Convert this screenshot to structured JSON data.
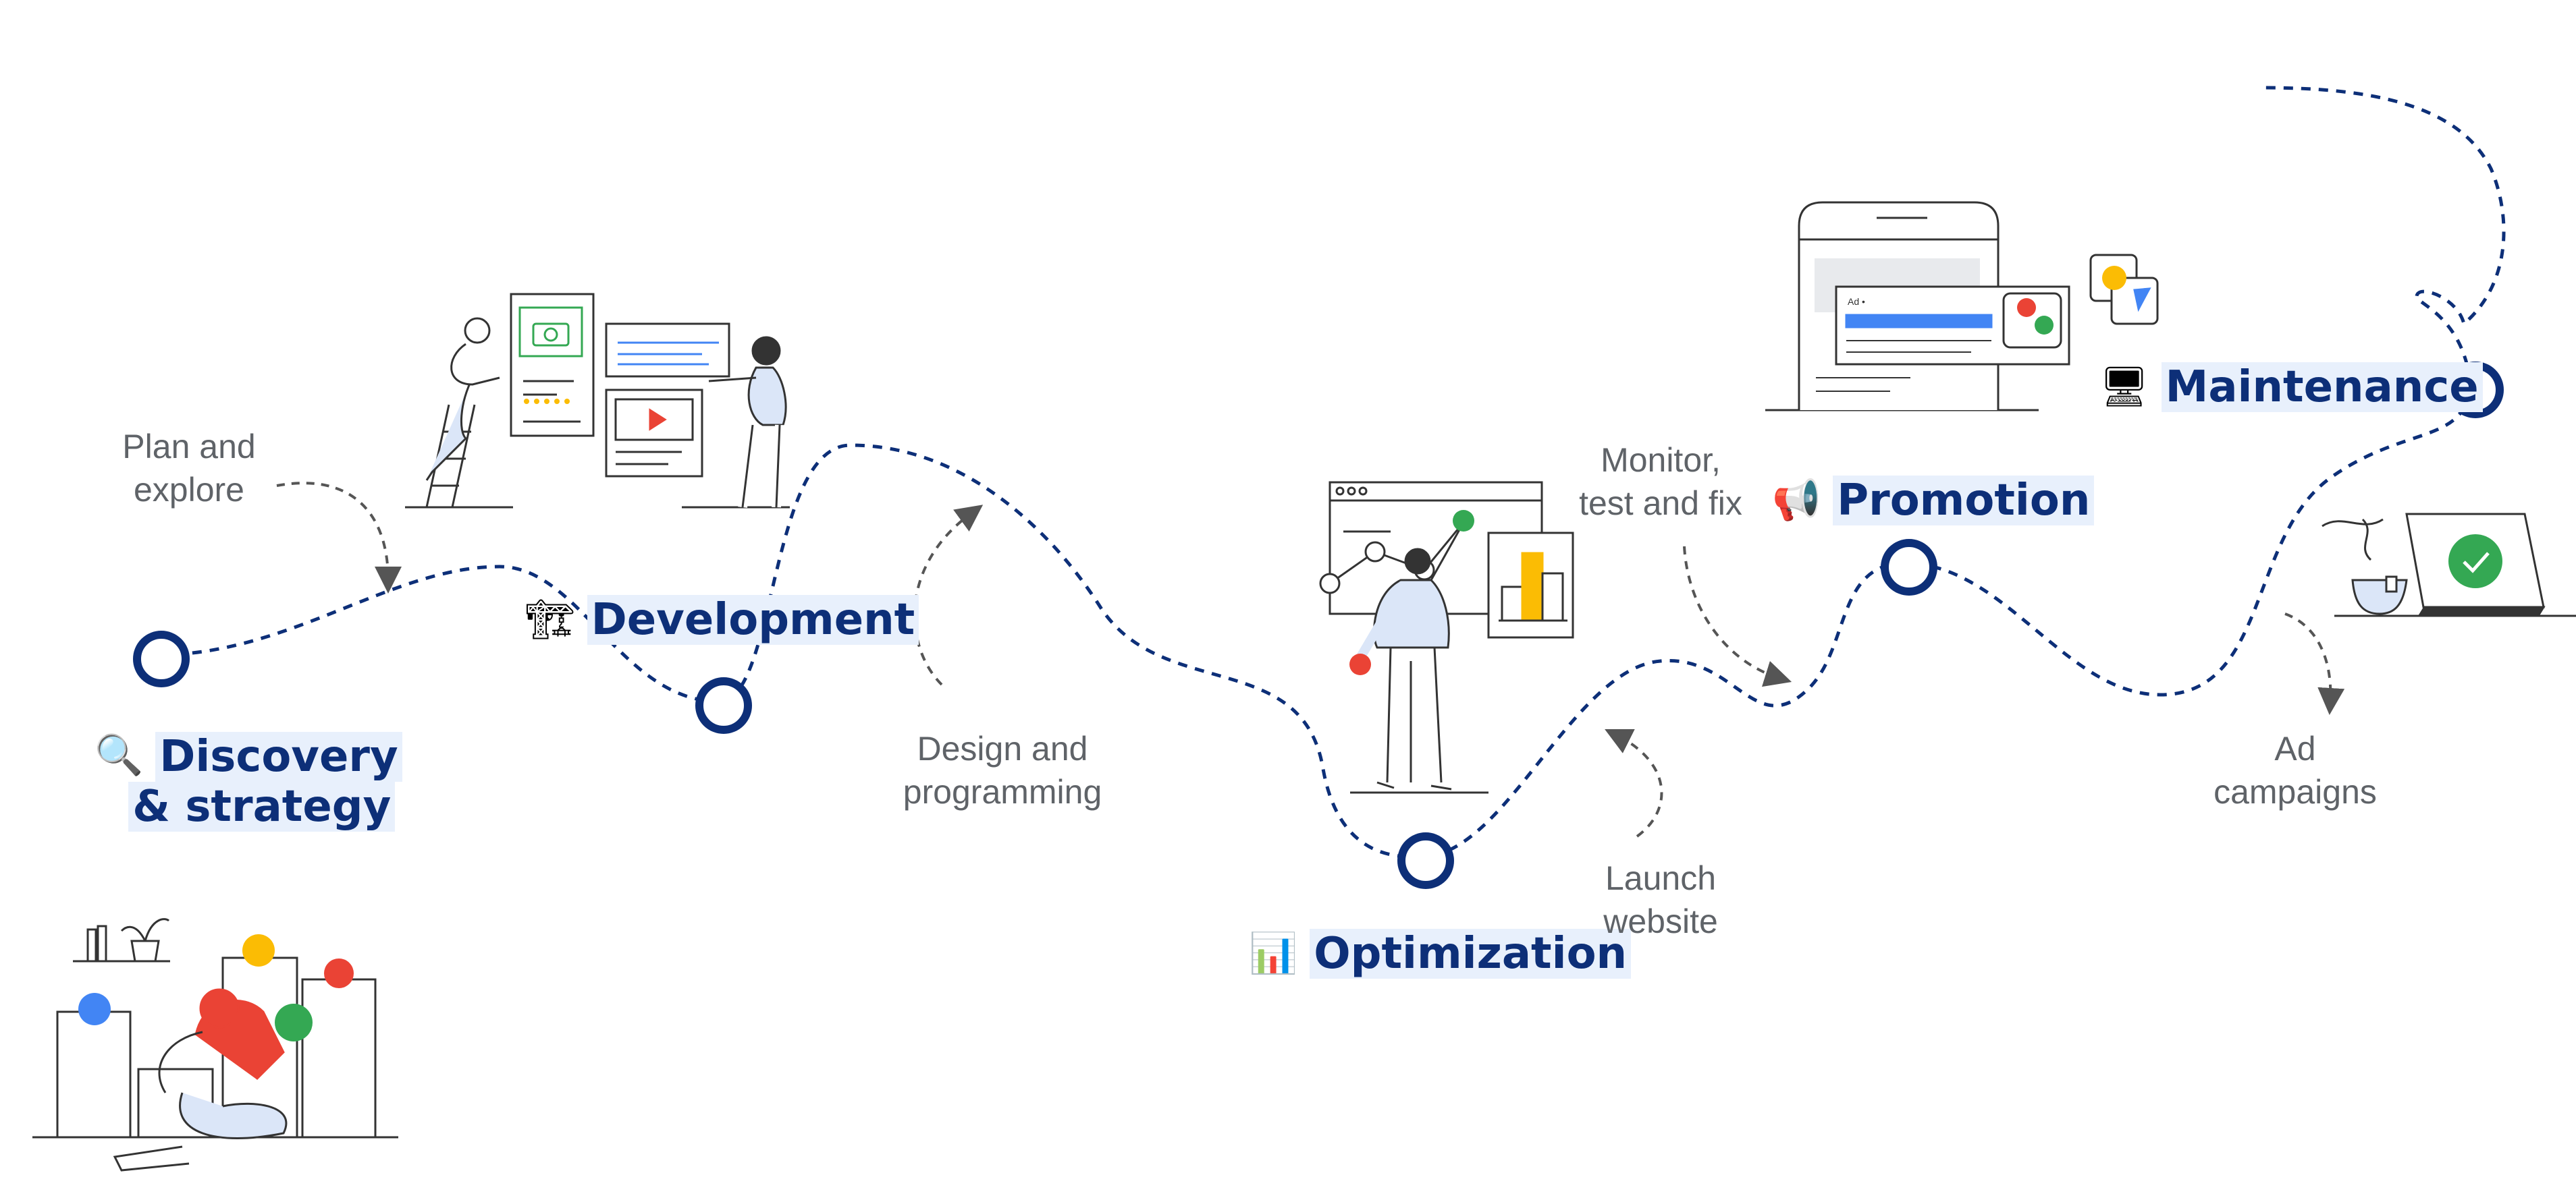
{
  "diagram": {
    "stages": [
      {
        "id": "discovery",
        "icon": "🔍",
        "icon_name": "magnifier-icon",
        "label_line1": "Discovery",
        "label_line2": "& strategy"
      },
      {
        "id": "development",
        "icon": "🏗",
        "icon_name": "crane-icon",
        "label": "Development"
      },
      {
        "id": "optimization",
        "icon": "📊",
        "icon_name": "bar-chart-icon",
        "label": "Optimization"
      },
      {
        "id": "promotion",
        "icon": "📢",
        "icon_name": "megaphone-icon",
        "label": "Promotion"
      },
      {
        "id": "maintenance",
        "icon": "🖥",
        "icon_name": "desktop-computer-icon",
        "label": "Maintenance"
      }
    ],
    "steps": [
      {
        "line1": "Plan and",
        "line2": "explore"
      },
      {
        "line1": "Design and",
        "line2": "programming"
      },
      {
        "line1": "Launch",
        "line2": "website"
      },
      {
        "line1": "Monitor,",
        "line2": "test and fix"
      },
      {
        "line1": "Ad",
        "line2": "campaigns"
      }
    ],
    "illustration_ad_badge": "Ad •",
    "colors": {
      "path": "#0d2f78",
      "label_highlight": "#e8f0fc",
      "step_text": "#5f6368",
      "google_blue": "#4285f4",
      "google_red": "#ea4335",
      "google_yellow": "#fbbc04",
      "google_green": "#34a853"
    }
  }
}
